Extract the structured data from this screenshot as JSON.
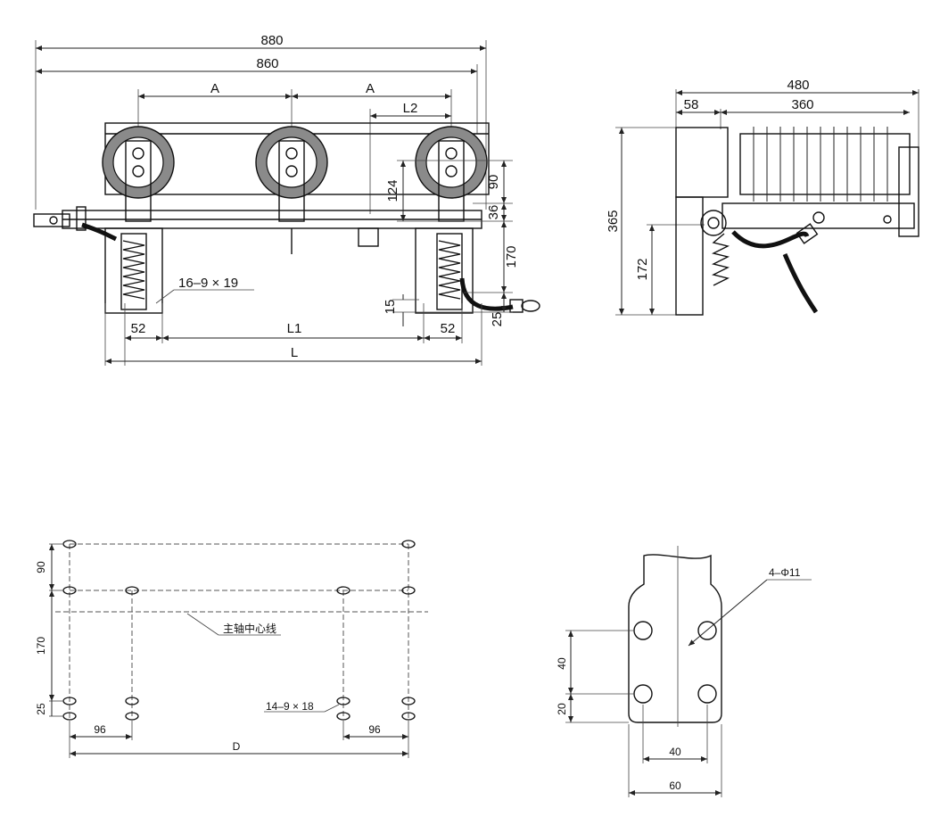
{
  "front_view": {
    "dim_total_outer": "880",
    "dim_total_inner": "860",
    "dim_pitch_left": "A",
    "dim_pitch_right": "A",
    "dim_l2": "L2",
    "dim_h124": "124",
    "dim_h90": "90",
    "dim_h36": "36",
    "dim_h170": "170",
    "dim_h15": "15",
    "dim_h25": "25",
    "dim_slot_note": "16–9 × 19",
    "dim_52_left": "52",
    "dim_l1": "L1",
    "dim_52_right": "52",
    "dim_l": "L"
  },
  "side_view": {
    "dim_480": "480",
    "dim_58": "58",
    "dim_360": "360",
    "dim_365": "365",
    "dim_172": "172"
  },
  "mounting_plan": {
    "dim_90": "90",
    "dim_170": "170",
    "dim_25": "25",
    "dim_96_left": "96",
    "dim_96_right": "96",
    "dim_d": "D",
    "axis_label": "主轴中心线",
    "slot_note": "14–9 × 18"
  },
  "terminal_detail": {
    "hole_note": "4–Φ11",
    "dim_40_v": "40",
    "dim_20_v": "20",
    "dim_40_h": "40",
    "dim_60_h": "60"
  }
}
